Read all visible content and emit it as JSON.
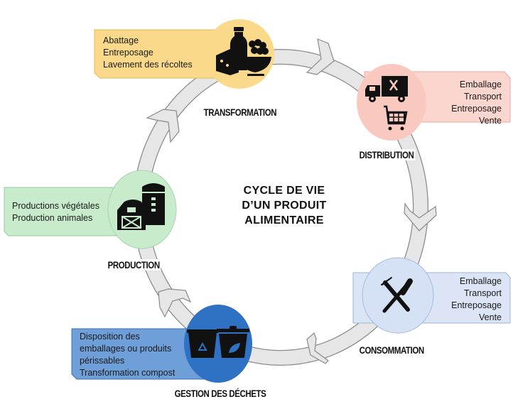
{
  "title": [
    "CYCLE DE VIE",
    "D’UN PRODUIT",
    "ALIMENTAIRE"
  ],
  "stages": {
    "transformation": {
      "label": "TRANSFORMATION",
      "items": [
        "Abattage",
        "Entreposage",
        "Lavement des récoltes"
      ],
      "icon": "food-basket-icon",
      "color": "#fbd98a"
    },
    "distribution": {
      "label": "DISTRIBUTION",
      "items": [
        "Emballage",
        "Transport",
        "Entreposage",
        "Vente"
      ],
      "icon": "truck-cart-icon",
      "color": "#f9c9c0"
    },
    "consommation": {
      "label": "CONSOMMATION",
      "items": [
        "Emballage",
        "Transport",
        "Entreposage",
        "Vente"
      ],
      "icon": "fork-knife-icon",
      "color": "#d5e1f5"
    },
    "gestion": {
      "label": "GESTION DES DÉCHETS",
      "items": [
        "Disposition des",
        "emballages ou produits",
        "périssables",
        "Transformation compost"
      ],
      "icon": "recycle-compost-bins-icon",
      "color": "#2f72c4",
      "box_color": "#6f9fd8"
    },
    "production": {
      "label": "PRODUCTION",
      "items": [
        "Productions végétales",
        "Production animales"
      ],
      "icon": "barn-silo-icon",
      "color": "#c8ebcc"
    }
  },
  "ring_color": "#e6e6e6"
}
